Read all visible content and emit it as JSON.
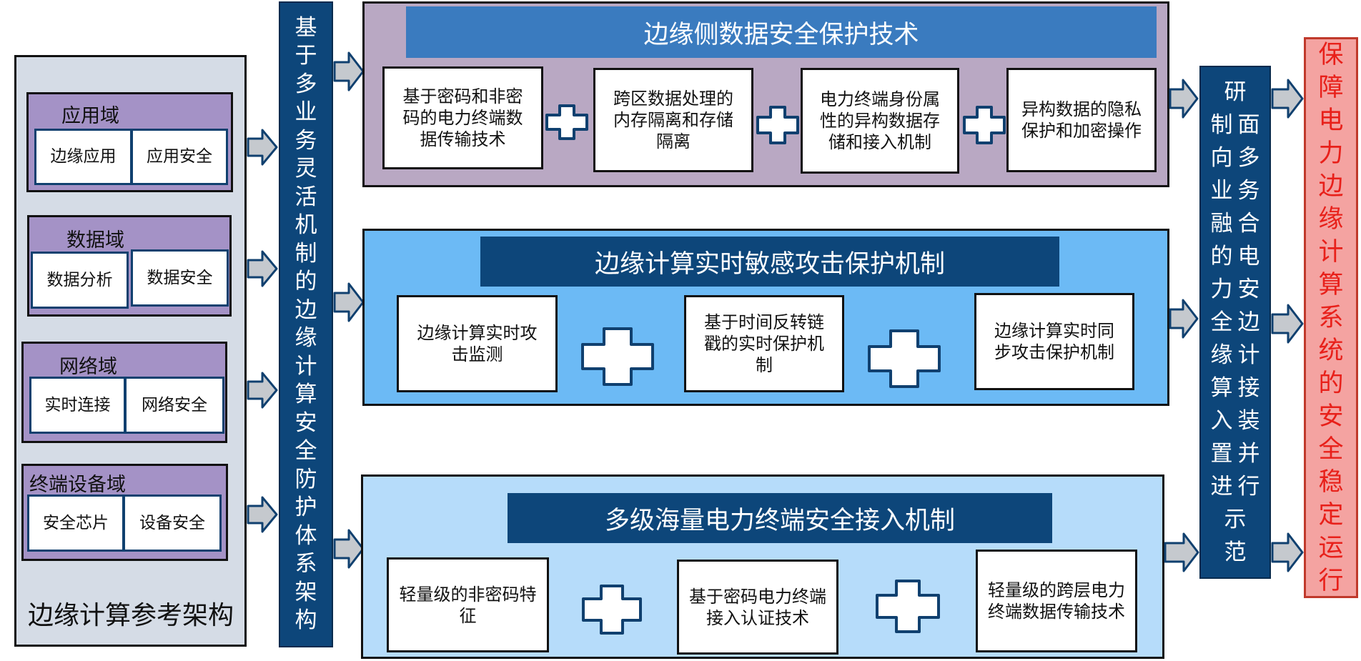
{
  "architecture": {
    "label": "边缘计算参考架构",
    "domains": [
      {
        "title": "应用域",
        "items": [
          "边缘应用",
          "应用安全"
        ]
      },
      {
        "title": "数据域",
        "items": [
          "数据分析",
          "数据安全"
        ]
      },
      {
        "title": "网络域",
        "items": [
          "实时连接",
          "网络安全"
        ]
      },
      {
        "title": "终端设备域",
        "items": [
          "安全芯片",
          "设备安全"
        ]
      }
    ]
  },
  "framework_column": {
    "chars": [
      "基",
      "于",
      "多",
      "业",
      "务",
      "灵",
      "活",
      "机",
      "制",
      "的",
      "边",
      "缘",
      "计",
      "算",
      "安",
      "全",
      "防",
      "护",
      "体",
      "系",
      "架",
      "构"
    ]
  },
  "sections": [
    {
      "title": "边缘侧数据安全保护技术",
      "items": [
        "基于密码和非密码的电力终端数据传输技术",
        "跨区数据处理的内存隔离和存储隔离",
        "电力终端身份属性的异构数据存储和接入机制",
        "异构数据的隐私保护和加密操作"
      ]
    },
    {
      "title": "边缘计算实时敏感攻击保护机制",
      "items": [
        "边缘计算实时攻击监测",
        "基于时间反转链戳的实时保护机制",
        "边缘计算实时同步攻击保护机制"
      ]
    },
    {
      "title": "多级海量电力终端安全接入机制",
      "items": [
        "轻量级的非密码特征",
        "基于密码电力终端接入认证技术",
        "轻量级的跨层电力终端数据传输技术"
      ]
    }
  ],
  "device_column": {
    "chars": [
      "研",
      "制",
      "面",
      "向",
      "多",
      "业",
      "务",
      "融",
      "合",
      "的",
      "电",
      "力",
      "安",
      "全",
      "边",
      "缘",
      "计",
      "算",
      "接",
      "入",
      "装",
      "置",
      "并",
      "进",
      "行",
      "示",
      "范"
    ]
  },
  "goal_column": {
    "chars": [
      "保",
      "障",
      "电",
      "力",
      "边",
      "缘",
      "计",
      "算",
      "系",
      "统",
      "的",
      "安",
      "全",
      "稳",
      "定",
      "运",
      "行"
    ]
  },
  "colors": {
    "navy": "#0d467a",
    "section1_bg": "#b9a8c3",
    "section1_title": "#3a7bbf",
    "section2_bg": "#6cbaf5",
    "section3_bg": "#b6dcfa",
    "domain_bg": "#a492c6",
    "arch_bg": "#d5dce6",
    "goal_bg": "#f4a3a1",
    "goal_text": "#e8201a"
  }
}
